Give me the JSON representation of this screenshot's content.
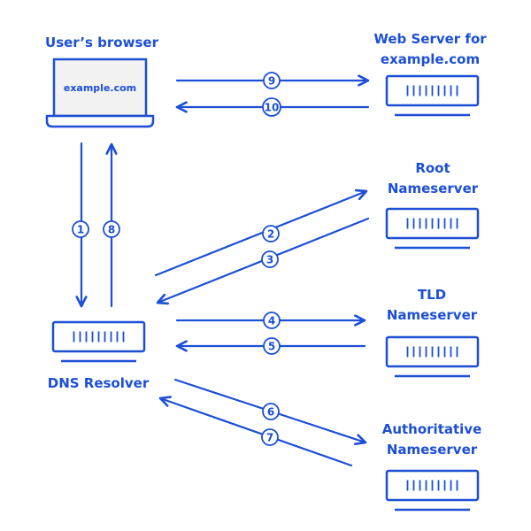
{
  "labels": {
    "browser": "User’s browser",
    "laptop_screen_text": "example.com",
    "web_server_line1": "Web Server for",
    "web_server_line2": "example.com",
    "root_line1": "Root",
    "root_line2": "Nameserver",
    "tld_line1": "TLD",
    "tld_line2": "Nameserver",
    "auth_line1": "Authoritative",
    "auth_line2": "Nameserver",
    "resolver": "DNS Resolver"
  },
  "steps": [
    "1",
    "2",
    "3",
    "4",
    "5",
    "6",
    "7",
    "8",
    "9",
    "10"
  ],
  "colors": {
    "accent": "#1c4fd6",
    "screen_fill": "#f2f2f2",
    "background": "#ffffff"
  }
}
